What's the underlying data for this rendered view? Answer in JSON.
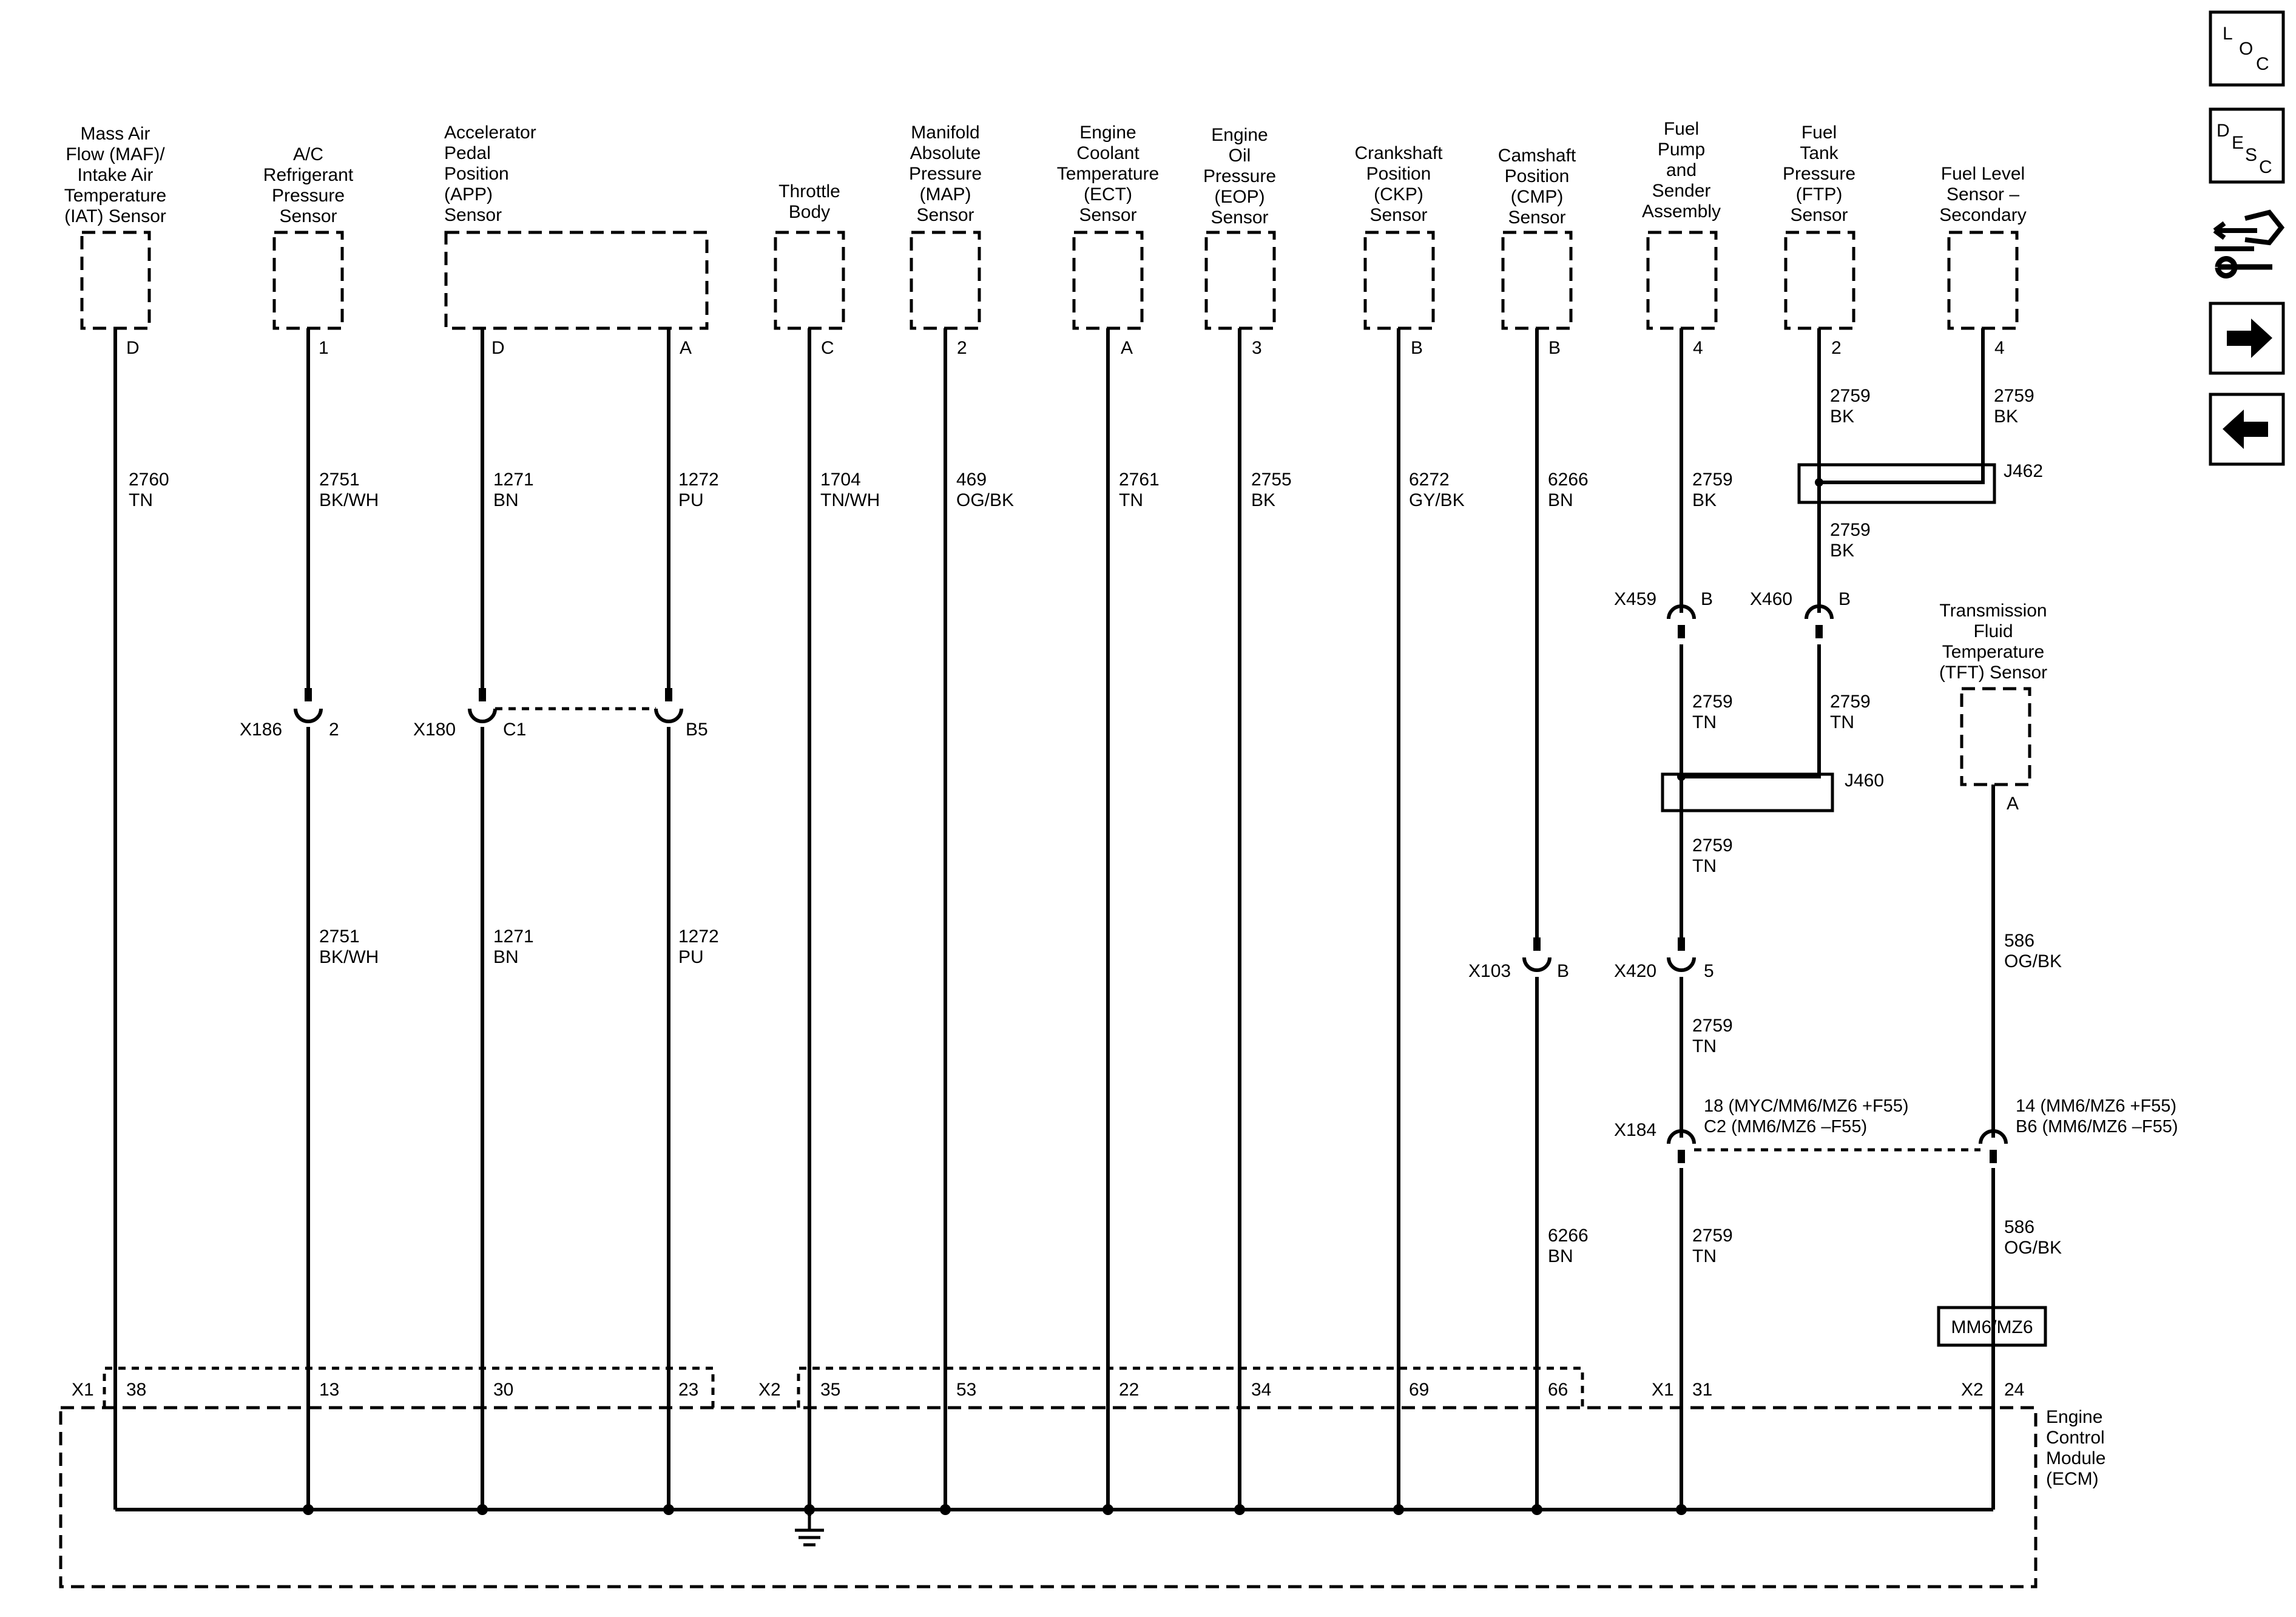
{
  "nav": {
    "loc": [
      "L",
      "O",
      "C"
    ],
    "desc": [
      "D",
      "E",
      "S",
      "C"
    ]
  },
  "sensors": [
    {
      "id": "maf",
      "name": [
        "Mass Air",
        "Flow (MAF)/",
        "Intake Air",
        "Temperature",
        "(IAT) Sensor"
      ],
      "pin": "D",
      "circuit": [
        "2760",
        "TN"
      ]
    },
    {
      "id": "ac",
      "name": [
        "A/C",
        "Refrigerant",
        "Pressure",
        "Sensor"
      ],
      "pin": "1",
      "circuit": [
        "2751",
        "BK/WH"
      ],
      "circuit_lower": [
        "2751",
        "BK/WH"
      ],
      "connector": "X186",
      "connector_pin": "2"
    },
    {
      "id": "app",
      "name": [
        "Accelerator",
        "Pedal",
        "Position",
        "(APP)",
        "Sensor"
      ],
      "pins": [
        "D",
        "A"
      ],
      "circuits": [
        [
          "1271",
          "BN"
        ],
        [
          "1272",
          "PU"
        ]
      ],
      "circuits_lower": [
        [
          "1271",
          "BN"
        ],
        [
          "1272",
          "PU"
        ]
      ],
      "connector": "X180",
      "connector_pins": [
        "C1",
        "B5"
      ]
    },
    {
      "id": "throttle",
      "name": [
        "Throttle",
        "Body"
      ],
      "pin": "C",
      "circuit": [
        "1704",
        "TN/WH"
      ]
    },
    {
      "id": "map",
      "name": [
        "Manifold",
        "Absolute",
        "Pressure",
        "(MAP)",
        "Sensor"
      ],
      "pin": "2",
      "circuit": [
        "469",
        "OG/BK"
      ]
    },
    {
      "id": "ect",
      "name": [
        "Engine",
        "Coolant",
        "Temperature",
        "(ECT)",
        "Sensor"
      ],
      "pin": "A",
      "circuit": [
        "2761",
        "TN"
      ]
    },
    {
      "id": "eop",
      "name": [
        "Engine",
        "Oil",
        "Pressure",
        "(EOP)",
        "Sensor"
      ],
      "pin": "3",
      "circuit": [
        "2755",
        "BK"
      ]
    },
    {
      "id": "ckp",
      "name": [
        "Crankshaft",
        "Position",
        "(CKP)",
        "Sensor"
      ],
      "pin": "B",
      "circuit": [
        "6272",
        "GY/BK"
      ]
    },
    {
      "id": "cmp",
      "name": [
        "Camshaft",
        "Position",
        "(CMP)",
        "Sensor"
      ],
      "pin": "B",
      "circuit": [
        "6266",
        "BN"
      ],
      "circuit_lower": [
        "6266",
        "BN"
      ],
      "connector": "X103",
      "connector_pin": "B"
    },
    {
      "id": "fuelpump",
      "name": [
        "Fuel",
        "Pump",
        "and",
        "Sender",
        "Assembly"
      ],
      "pin": "4",
      "circuit": [
        "2759",
        "BK"
      ]
    },
    {
      "id": "ftp",
      "name": [
        "Fuel",
        "Tank",
        "Pressure",
        "(FTP)",
        "Sensor"
      ],
      "pin": "2",
      "circuit": [
        "2759",
        "BK"
      ]
    },
    {
      "id": "fls2",
      "name": [
        "Fuel Level",
        "Sensor –",
        "Secondary"
      ],
      "pin": "4",
      "circuit": [
        "2759",
        "BK"
      ]
    },
    {
      "id": "tft",
      "name": [
        "Transmission",
        "Fluid",
        "Temperature",
        "(TFT) Sensor"
      ],
      "pin": "A",
      "circuit": [
        "586",
        "OG/BK"
      ],
      "circuit_lower": [
        "586",
        "OG/BK"
      ]
    }
  ],
  "fuel_circuit": {
    "j462": "J462",
    "j460": "J460",
    "after_j462": [
      "2759",
      "BK"
    ],
    "x459": "X459",
    "x459_pin": "B",
    "x460": "X460",
    "x460_pin": "B",
    "after_x459": [
      "2759",
      "TN"
    ],
    "after_x460": [
      "2759",
      "TN"
    ],
    "after_j460": [
      "2759",
      "TN"
    ],
    "x420": "X420",
    "x420_pin": "5",
    "after_x420": [
      "2759",
      "TN"
    ],
    "x184": "X184",
    "x184_pin_left": [
      "18 (MYC/MM6/MZ6 +F55)",
      "C2 (MM6/MZ6 –F55)"
    ],
    "x184_pin_right": [
      "14 (MM6/MZ6 +F55)",
      "B6 (MM6/MZ6 –F55)"
    ],
    "after_x184": [
      "2759",
      "TN"
    ]
  },
  "option_box": "MM6/MZ6",
  "ecm": {
    "name": [
      "Engine",
      "Control",
      "Module",
      "(ECM)"
    ],
    "connectors": [
      "X1",
      "X2",
      "X1",
      "X2"
    ],
    "pins": [
      "38",
      "13",
      "30",
      "23",
      "35",
      "53",
      "22",
      "34",
      "69",
      "66",
      "31",
      "24"
    ]
  }
}
